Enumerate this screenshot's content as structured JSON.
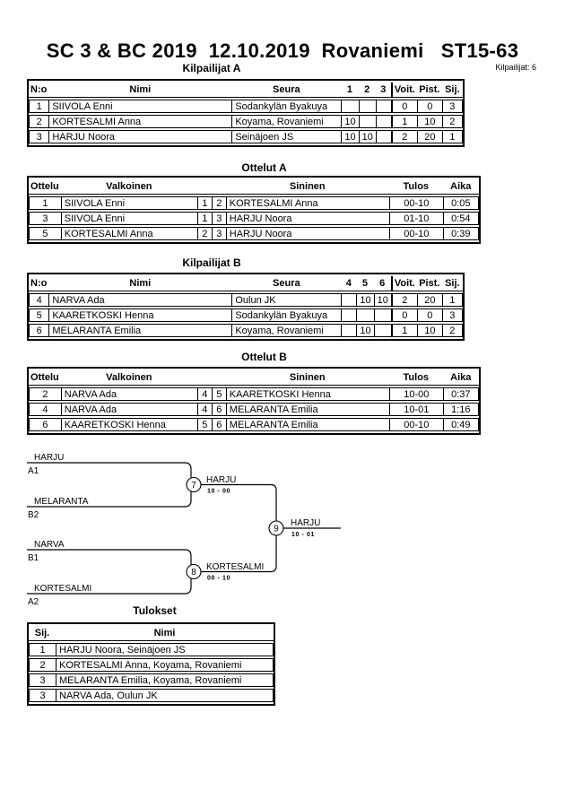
{
  "page": {
    "title": "SC 3 & BC 2019  12.10.2019  Rovaniemi   ST15-63",
    "competitors_label": "Kilpailijat: 6"
  },
  "pool_a": {
    "caption": "Kilpailijat A",
    "headers": [
      "N:o",
      "Nimi",
      "Seura",
      "1",
      "2",
      "3",
      "Voit.",
      "Pist.",
      "Sij."
    ],
    "rows": [
      [
        "1",
        "SIIVOLA Enni",
        "Sodankylän Byakuya",
        "",
        "",
        "",
        "0",
        "0",
        "3"
      ],
      [
        "2",
        "KORTESALMI Anna",
        "Koyama, Rovaniemi",
        "10",
        "",
        "",
        "1",
        "10",
        "2"
      ],
      [
        "3",
        "HARJU Noora",
        "Seinäjoen JS",
        "10",
        "10",
        "",
        "2",
        "20",
        "1"
      ]
    ]
  },
  "matches_a": {
    "caption": "Ottelut A",
    "headers": [
      "Ottelu",
      "Valkoinen",
      "",
      "",
      "Sininen",
      "Tulos",
      "Aika"
    ],
    "rows": [
      [
        "1",
        "SIIVOLA Enni",
        "1",
        "2",
        "KORTESALMI Anna",
        "00-10",
        "0:05"
      ],
      [
        "3",
        "SIIVOLA Enni",
        "1",
        "3",
        "HARJU Noora",
        "01-10",
        "0:54"
      ],
      [
        "5",
        "KORTESALMI Anna",
        "2",
        "3",
        "HARJU Noora",
        "00-10",
        "0:39"
      ]
    ]
  },
  "pool_b": {
    "caption": "Kilpailijat B",
    "headers": [
      "N:o",
      "Nimi",
      "Seura",
      "4",
      "5",
      "6",
      "Voit.",
      "Pist.",
      "Sij."
    ],
    "rows": [
      [
        "4",
        "NARVA Ada",
        "Oulun JK",
        "",
        "10",
        "10",
        "2",
        "20",
        "1"
      ],
      [
        "5",
        "KAARETKOSKI Henna",
        "Sodankylän Byakuya",
        "",
        "",
        "",
        "0",
        "0",
        "3"
      ],
      [
        "6",
        "MELARANTA Emilia",
        "Koyama, Rovaniemi",
        "",
        "10",
        "",
        "1",
        "10",
        "2"
      ]
    ]
  },
  "matches_b": {
    "caption": "Ottelut B",
    "headers": [
      "Ottelu",
      "Valkoinen",
      "",
      "",
      "Sininen",
      "Tulos",
      "Aika"
    ],
    "rows": [
      [
        "2",
        "NARVA Ada",
        "4",
        "5",
        "KAARETKOSKI Henna",
        "10-00",
        "0:37"
      ],
      [
        "4",
        "NARVA Ada",
        "4",
        "6",
        "MELARANTA Emilia",
        "10-01",
        "1:16"
      ],
      [
        "6",
        "KAARETKOSKI Henna",
        "5",
        "6",
        "MELARANTA Emilia",
        "00-10",
        "0:49"
      ]
    ]
  },
  "bracket": {
    "seeds": [
      {
        "name": "HARJU",
        "tag": "A1"
      },
      {
        "name": "MELARANTA",
        "tag": "B2"
      },
      {
        "name": "NARVA",
        "tag": "B1"
      },
      {
        "name": "KORTESALMI",
        "tag": "A2"
      }
    ],
    "matches": [
      {
        "number": "7",
        "winner": "HARJU",
        "score": "10 - 00"
      },
      {
        "number": "8",
        "winner": "KORTESALMI",
        "score": "00 - 10"
      },
      {
        "number": "9",
        "winner": "HARJU",
        "score": "10 - 01"
      }
    ]
  },
  "results": {
    "caption": "Tulokset",
    "headers": [
      "Sij.",
      "Nimi"
    ],
    "rows": [
      [
        "1",
        "HARJU Noora, Seinäjoen JS"
      ],
      [
        "2",
        "KORTESALMI Anna, Koyama, Rovaniemi"
      ],
      [
        "3",
        "MELARANTA Emilia, Koyama, Rovaniemi"
      ],
      [
        "3",
        "NARVA Ada, Oulun JK"
      ]
    ]
  }
}
